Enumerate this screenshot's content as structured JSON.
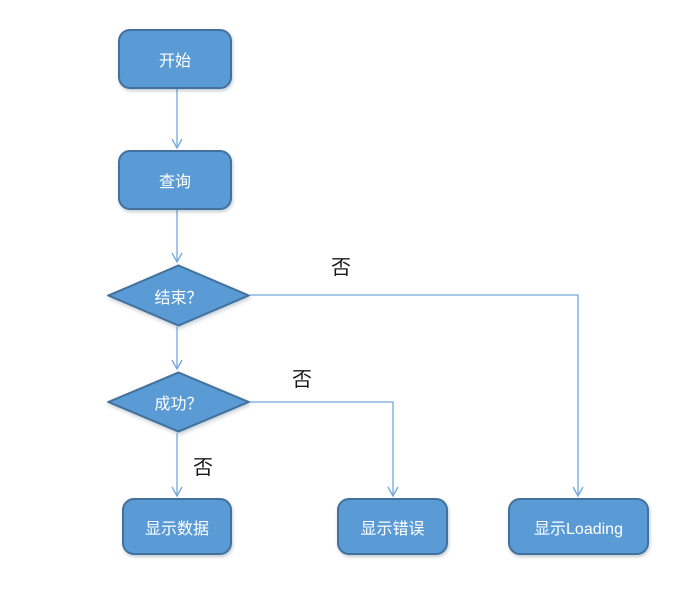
{
  "page": {
    "background_color": "#ffffff"
  },
  "colors": {
    "node_fill": "#5b9bd5",
    "node_border": "#41719c",
    "node_text": "#ffffff",
    "connector": "#74a7dc",
    "edge_label_text": "#1a1a1a"
  },
  "flowchart": {
    "nodes": {
      "start": {
        "type": "rounded-rect",
        "label": "开始"
      },
      "query": {
        "type": "rounded-rect",
        "label": "查询"
      },
      "end_decision": {
        "type": "diamond",
        "label": "结束？"
      },
      "success_decision": {
        "type": "diamond",
        "label": "成功？"
      },
      "show_data": {
        "type": "rounded-rect",
        "label": "显示数据"
      },
      "show_error": {
        "type": "rounded-rect",
        "label": "显示错误"
      },
      "show_loading": {
        "type": "rounded-rect",
        "label": "显示Loading"
      }
    },
    "edges": [
      {
        "from": "start",
        "to": "query",
        "label": ""
      },
      {
        "from": "query",
        "to": "end_decision",
        "label": ""
      },
      {
        "from": "end_decision",
        "to": "success_decision",
        "label": ""
      },
      {
        "from": "end_decision",
        "to": "show_loading",
        "label": "否"
      },
      {
        "from": "success_decision",
        "to": "show_error",
        "label": "否"
      },
      {
        "from": "success_decision",
        "to": "show_data",
        "label": "否"
      }
    ]
  }
}
